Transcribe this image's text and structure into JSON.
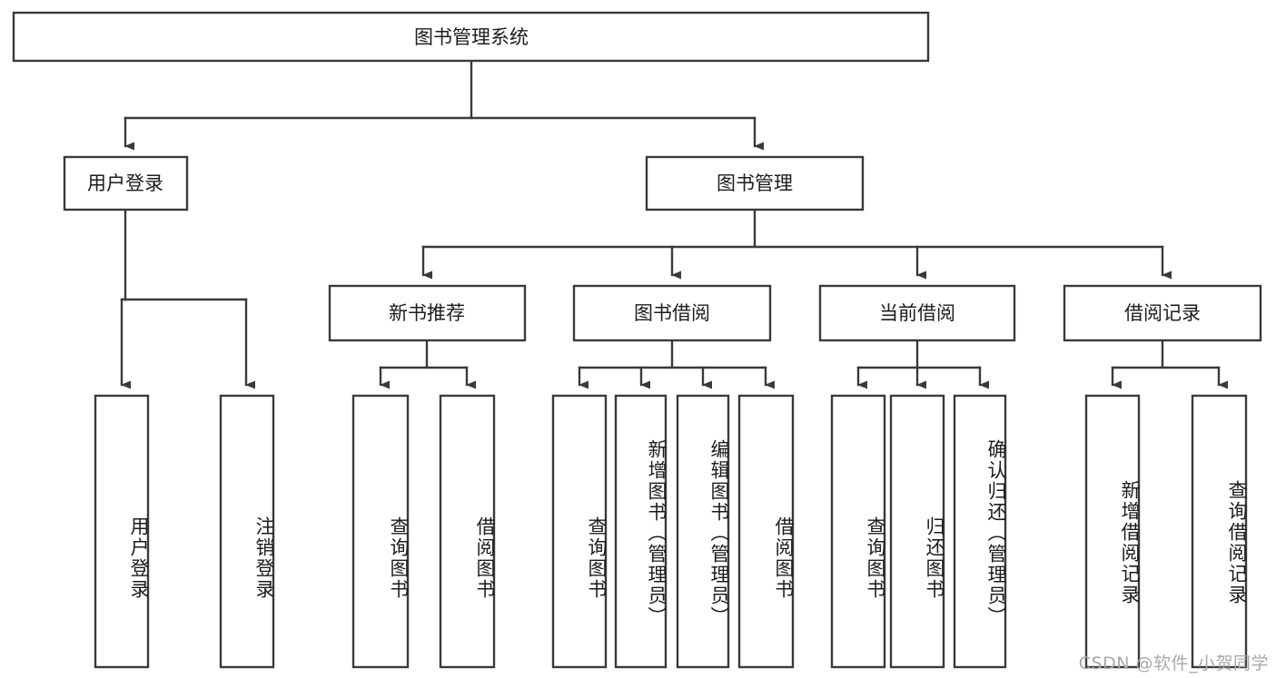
{
  "diagram": {
    "title": "图书管理系统",
    "type": "tree",
    "orientation": "top-down",
    "colors": {
      "box_fill": "#ffffff",
      "box_stroke": "#3a3a3a",
      "connector": "#3a3a3a",
      "text": "#1c1c1c",
      "watermark": "#a9a9a9",
      "background": "#ffffff"
    },
    "root": {
      "label": "图书管理系统"
    },
    "level2": [
      {
        "label": "用户登录"
      },
      {
        "label": "图书管理"
      }
    ],
    "level3": [
      {
        "label": "新书推荐"
      },
      {
        "label": "图书借阅"
      },
      {
        "label": "当前借阅"
      },
      {
        "label": "借阅记录"
      }
    ],
    "leaves": {
      "user_login": [
        {
          "label": "用户登录"
        },
        {
          "label": "注销登录"
        }
      ],
      "new_book_recommend": [
        {
          "label": "查询图书"
        },
        {
          "label": "借阅图书"
        }
      ],
      "book_borrow": [
        {
          "label": "查询图书"
        },
        {
          "label": "新增图书（管理员）"
        },
        {
          "label": "编辑图书（管理员）"
        },
        {
          "label": "借阅图书"
        }
      ],
      "current_borrow": [
        {
          "label": "查询图书"
        },
        {
          "label": "归还图书"
        },
        {
          "label": "确认归还（管理员）"
        }
      ],
      "borrow_record": [
        {
          "label": "新增借阅记录"
        },
        {
          "label": "查询借阅记录"
        }
      ]
    },
    "watermark": "CSDN @软件_小贺同学"
  }
}
